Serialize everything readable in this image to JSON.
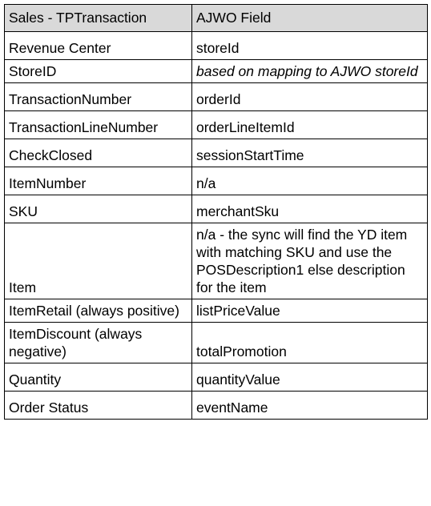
{
  "table": {
    "headers": [
      "Sales - TPTransaction",
      "AJWO Field"
    ],
    "rows": [
      {
        "source": "Revenue Center",
        "target": "storeId"
      },
      {
        "source": "StoreID",
        "target": "based on mapping to AJWO storeId"
      },
      {
        "source": "TransactionNumber",
        "target": "orderId"
      },
      {
        "source": "TransactionLineNumber",
        "target": "orderLineItemId"
      },
      {
        "source": "CheckClosed",
        "target": "sessionStartTime"
      },
      {
        "source": "ItemNumber",
        "target": "n/a"
      },
      {
        "source": "SKU",
        "target": "merchantSku"
      },
      {
        "source": "Item",
        "target": "n/a - the sync will find the YD item with matching SKU and use the POSDescription1 else description for the item"
      },
      {
        "source": "ItemRetail (always positive)",
        "target": "listPriceValue"
      },
      {
        "source": "ItemDiscount (always negative)",
        "target": "totalPromotion"
      },
      {
        "source": "Quantity",
        "target": "quantityValue"
      },
      {
        "source": "Order Status",
        "target": "eventName"
      }
    ]
  }
}
